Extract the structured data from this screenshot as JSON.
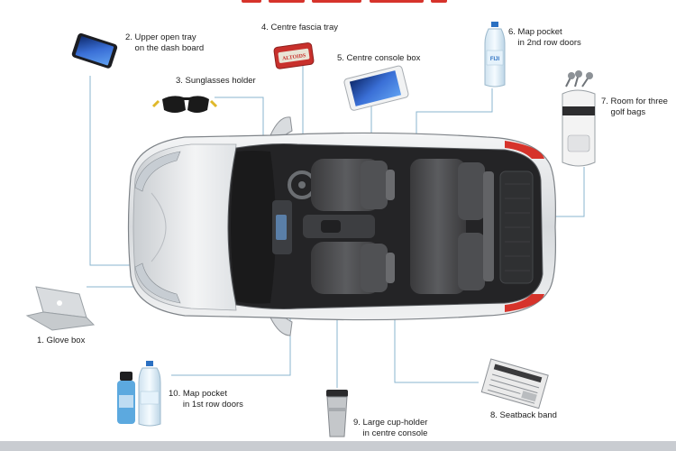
{
  "labels": {
    "glove_box": "1. Glove box",
    "upper_tray": "2. Upper open tray\n    on the dash board",
    "sunglasses": "3. Sunglasses holder",
    "fascia_tray": "4. Centre fascia tray",
    "console_box": "5. Centre console box",
    "map_pocket_2nd": "6. Map pocket\n    in 2nd row doors",
    "golf_bags": "7. Room for three\n    golf bags",
    "seatback_band": "8. Seatback band",
    "cupholder": "9. Large cup-holder\n    in centre console",
    "map_pocket_1st": "10. Map pocket\n      in 1st row doors"
  },
  "items": {
    "mint_tin_text": "ALTOIDS",
    "bottle_brand": "FIJI"
  },
  "colors": {
    "leader_line": "#8ab4cf",
    "accent_red": "#d6332b",
    "car_body": "#e6e8eb",
    "interior": "#2a2a2c"
  }
}
